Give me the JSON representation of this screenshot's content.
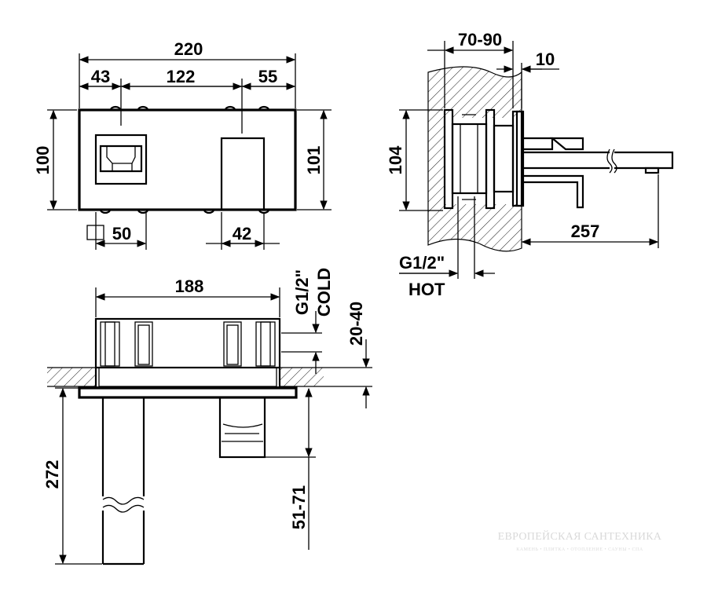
{
  "front_view": {
    "dim_overall_width": "220",
    "dim_left_offset": "43",
    "dim_center_spacing": "122",
    "dim_right_offset": "55",
    "dim_height": "100",
    "dim_height_right": "101",
    "dim_square_size": "50",
    "dim_outlet_width": "42"
  },
  "side_view": {
    "dim_wall_depth": "70-90",
    "dim_plate_offset": "10",
    "dim_body_height": "104",
    "dim_spout_reach": "257",
    "connection_label": "G1/2\"",
    "connection_type": "HOT"
  },
  "top_view": {
    "dim_body_width": "188",
    "connection_label": "G1/2\"",
    "connection_type": "COLD",
    "dim_embed_depth": "20-40",
    "dim_spout_length": "272",
    "dim_lever_projection": "51-71"
  },
  "watermark": {
    "title": "ЕВРОПЕЙСКАЯ САНТЕХНИКА",
    "subtitle": "КАМЕНЬ • ПЛИТКА • ОТОПЛЕНИЕ • САУНЫ • СПА"
  }
}
